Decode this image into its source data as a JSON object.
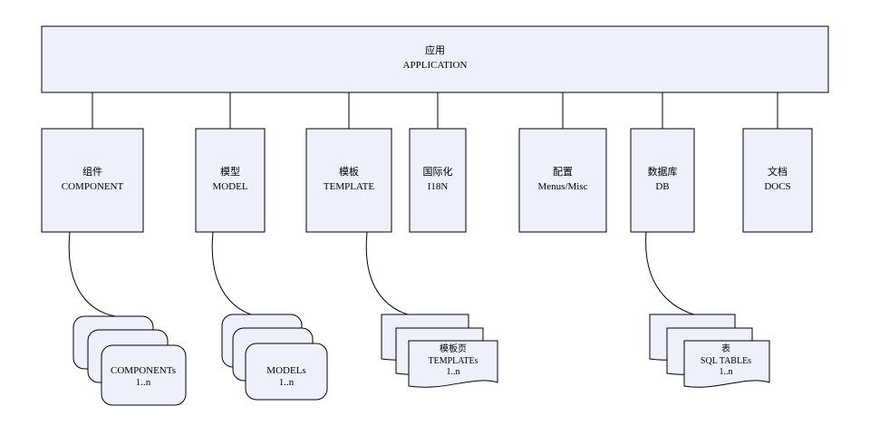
{
  "application": {
    "cn": "应用",
    "en": "APPLICATION"
  },
  "modules": [
    {
      "id": "component",
      "cn": "组件",
      "en": "COMPONENT"
    },
    {
      "id": "model",
      "cn": "模型",
      "en": "MODEL"
    },
    {
      "id": "template",
      "cn": "模板",
      "en": "TEMPLATE"
    },
    {
      "id": "i18n",
      "cn": "国际化",
      "en": "I18N"
    },
    {
      "id": "config",
      "cn": "配置",
      "en": "Menus/Misc"
    },
    {
      "id": "db",
      "cn": "数据库",
      "en": "DB"
    },
    {
      "id": "docs",
      "cn": "文档",
      "en": "DOCS"
    }
  ],
  "stacks": {
    "components": {
      "line1": "COMPONENTs",
      "line2": "1..n"
    },
    "models": {
      "line1": "MODELs",
      "line2": "1..n"
    },
    "templates": {
      "line0": "模板页",
      "line1": "TEMPLATEs",
      "line2": "1..n"
    },
    "tables": {
      "line0": "表",
      "line1": "SQL TABLEs",
      "line2": "1..n"
    }
  }
}
